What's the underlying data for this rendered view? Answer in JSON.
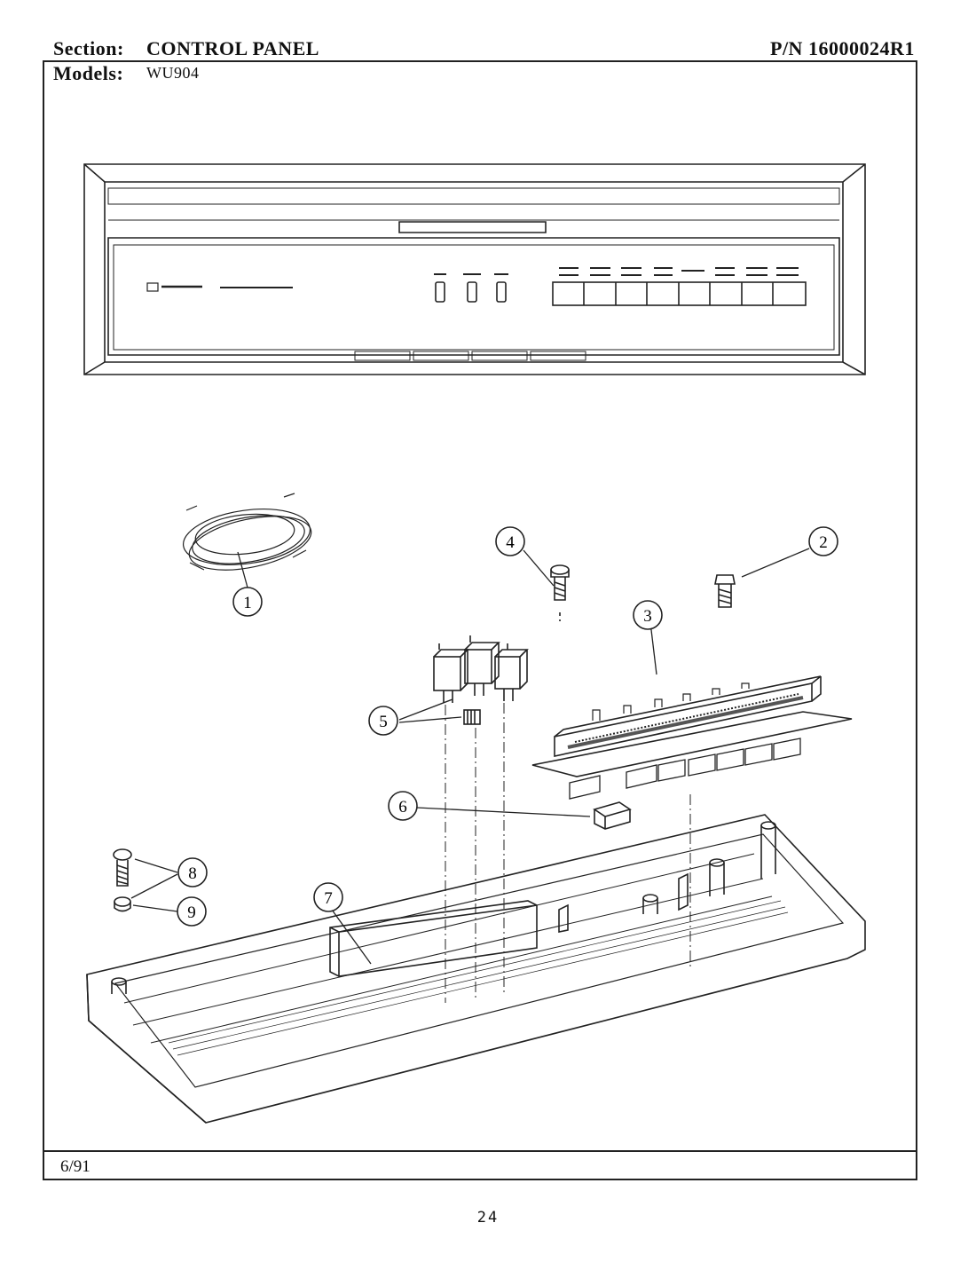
{
  "header": {
    "section_label": "Section:",
    "section_value": "CONTROL PANEL",
    "models_label": "Models:",
    "models_value": "WU904",
    "part_number": "P/N 16000024R1"
  },
  "footer": {
    "date": "6/91",
    "page_number": "24"
  },
  "callouts": [
    "1",
    "2",
    "3",
    "4",
    "5",
    "6",
    "7",
    "8",
    "9"
  ]
}
